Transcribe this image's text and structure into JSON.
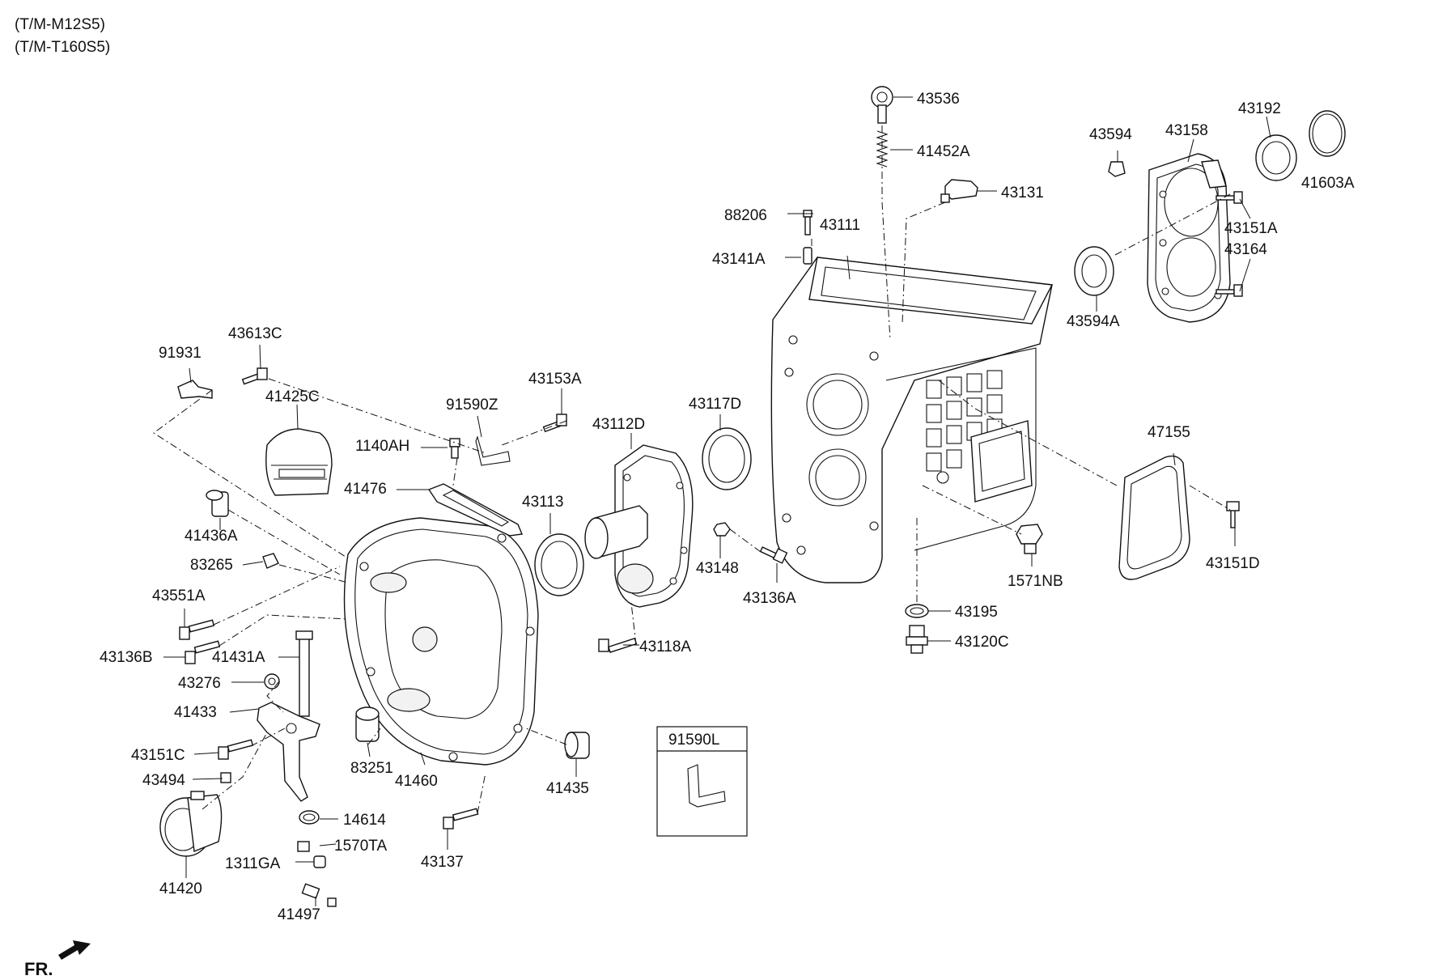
{
  "header": {
    "line1": "(T/M-M12S5)",
    "line2": "(T/M-T160S5)"
  },
  "parts": {
    "p43536": "43536",
    "p41452A": "41452A",
    "p43131": "43131",
    "p88206": "88206",
    "p43141A": "43141A",
    "p43111": "43111",
    "p43594": "43594",
    "p43158": "43158",
    "p43192": "43192",
    "p41603A": "41603A",
    "p43151A": "43151A",
    "p43164": "43164",
    "p43594A": "43594A",
    "p91931": "91931",
    "p43613C": "43613C",
    "p41425C": "41425C",
    "p91590Z": "91590Z",
    "p43153A": "43153A",
    "p1140AH": "1140AH",
    "p41476": "41476",
    "p43112D": "43112D",
    "p43117D": "43117D",
    "p43113": "43113",
    "p41436A": "41436A",
    "p83265": "83265",
    "p43551A": "43551A",
    "p43136B": "43136B",
    "p41431A": "41431A",
    "p43276": "43276",
    "p41433": "41433",
    "p43151C": "43151C",
    "p43494": "43494",
    "p83251": "83251",
    "p41460": "41460",
    "p41435": "41435",
    "p14614": "14614",
    "p1570TA": "1570TA",
    "p1311GA": "1311GA",
    "p41420": "41420",
    "p41497": "41497",
    "p43137": "43137",
    "p43148": "43148",
    "p43136A": "43136A",
    "p43118A": "43118A",
    "p47155": "47155",
    "p1571NB": "1571NB",
    "p43151D": "43151D",
    "p43195": "43195",
    "p43120C": "43120C",
    "p91590L": "91590L"
  },
  "footer": {
    "front_marker": "FR."
  }
}
